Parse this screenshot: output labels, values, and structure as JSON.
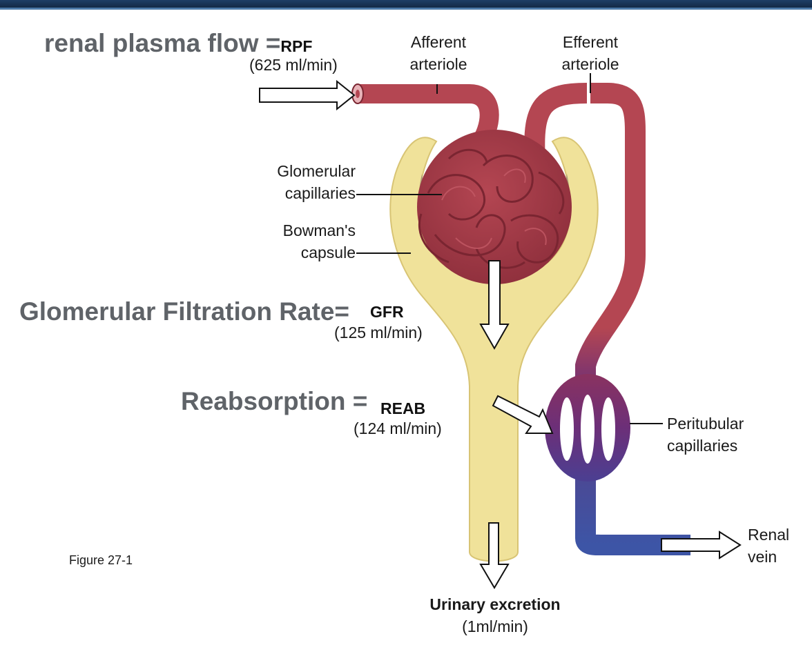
{
  "diagram": {
    "rpf": {
      "label": "renal plasma flow =",
      "abbr": "RPF",
      "value": "(625 ml/min)"
    },
    "gfr": {
      "label": "Glomerular Filtration Rate=",
      "abbr": "GFR",
      "value": "(125 ml/min)"
    },
    "reab": {
      "label": "Reabsorption =",
      "abbr": "REAB",
      "value": "(124 ml/min)"
    },
    "afferent": {
      "line1": "Afferent",
      "line2": "arteriole"
    },
    "efferent": {
      "line1": "Efferent",
      "line2": "arteriole"
    },
    "glomerular": {
      "line1": "Glomerular",
      "line2": "capillaries"
    },
    "bowman": {
      "line1": "Bowman's",
      "line2": "capsule"
    },
    "peritubular": {
      "line1": "Peritubular",
      "line2": "capillaries"
    },
    "renal_vein": {
      "line1": "Renal",
      "line2": "vein"
    },
    "urinary": {
      "label": "Urinary excretion",
      "value": "(1ml/min)"
    },
    "figure_label": "Figure 27-1"
  },
  "colors": {
    "arteriole": "#b44652",
    "capsule": "#f0e29a",
    "venous": "#3d55a6",
    "peritubular": "#6c2f78",
    "header_bar": "#1a3556"
  }
}
